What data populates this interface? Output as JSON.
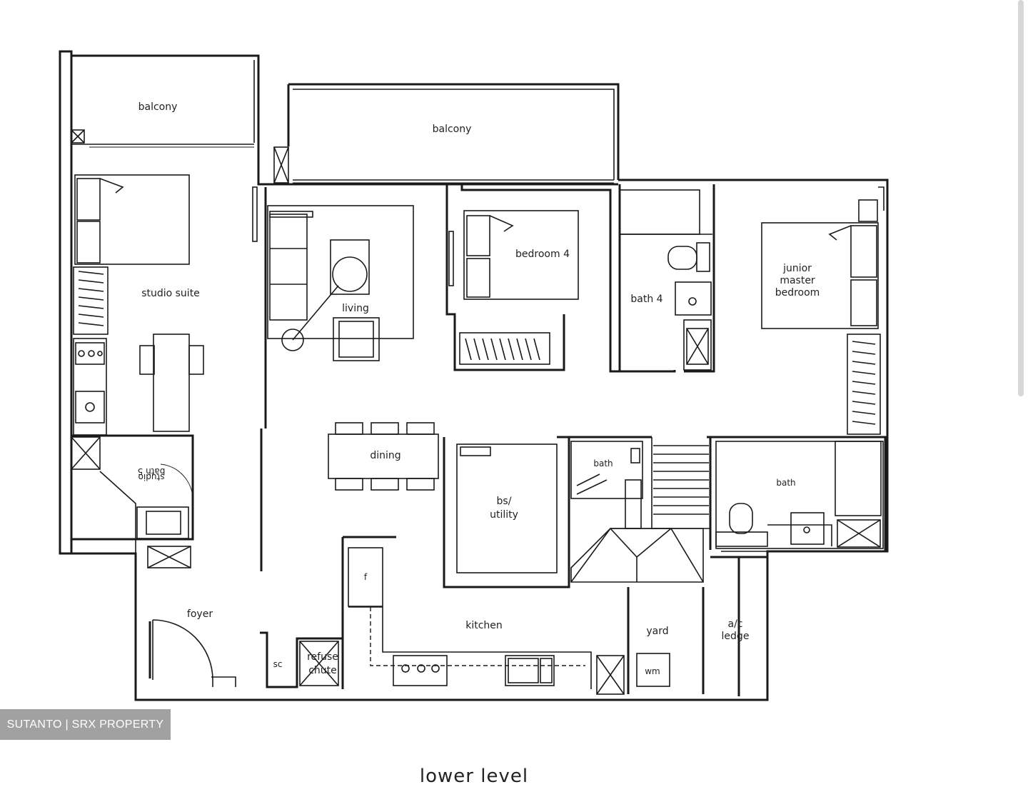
{
  "rooms": {
    "balcony_left": "balcony",
    "balcony_main": "balcony",
    "studio_suite": "studio suite",
    "living": "living",
    "bedroom_4": "bedroom 4",
    "bath_4": "bath 4",
    "junior_master_line1": "junior",
    "junior_master_line2": "master",
    "junior_master_line3": "bedroom",
    "studio_bath_line1": "bath 5",
    "studio_bath_line2": "studio",
    "dining": "dining",
    "bs_utility_line1": "bs/",
    "bs_utility_line2": "utility",
    "bath_small": "bath",
    "bath_guest": "bath",
    "foyer": "foyer",
    "kitchen": "kitchen",
    "fridge": "f",
    "yard": "yard",
    "ac_ledge_line1": "a/c",
    "ac_ledge_line2": "ledge",
    "sc": "sc",
    "refuse_chute_line1": "refuse",
    "refuse_chute_line2": "chute",
    "washing_machine": "wm"
  },
  "caption": "lower level",
  "watermark": "SUTANTO | SRX PROPERTY"
}
